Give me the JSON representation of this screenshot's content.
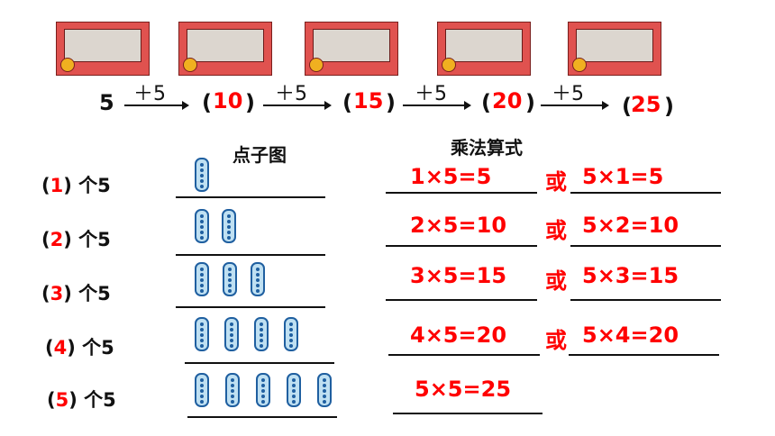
{
  "sequence": {
    "start": "5",
    "steps": [
      {
        "op": "＋5",
        "value": "10"
      },
      {
        "op": "＋5",
        "value": "15"
      },
      {
        "op": "＋5",
        "value": "20"
      },
      {
        "op": "＋5",
        "value": "25"
      }
    ]
  },
  "headers": {
    "dots": "点子图",
    "formula": "乘法算式"
  },
  "rows": [
    {
      "count": "1",
      "label": "个5",
      "sticks": 1,
      "formula_a": "1×5=5",
      "connector": "或",
      "formula_b": "5×1=5"
    },
    {
      "count": "2",
      "label": "个5",
      "sticks": 2,
      "formula_a": "2×5=10",
      "connector": "或",
      "formula_b": "5×2=10"
    },
    {
      "count": "3",
      "label": "个5",
      "sticks": 3,
      "formula_a": "3×5=15",
      "connector": "或",
      "formula_b": "5×3=15"
    },
    {
      "count": "4",
      "label": "个5",
      "sticks": 4,
      "formula_a": "4×5=20",
      "connector": "或",
      "formula_b": "5×4=20"
    },
    {
      "count": "5",
      "label": "个5",
      "sticks": 5,
      "formula_a": "5×5=25",
      "connector": "",
      "formula_b": ""
    }
  ],
  "colors": {
    "answer": "#ff0000",
    "text": "#111111",
    "stick_fill": "#bfe0f2",
    "stick_border": "#1f5fa0",
    "box": "#e0524f"
  }
}
